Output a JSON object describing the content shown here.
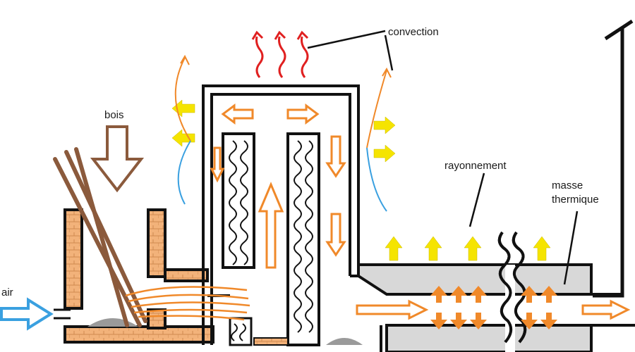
{
  "labels": {
    "convection": "convection",
    "bois": "bois",
    "air": "air",
    "rayonnement": "rayonnement",
    "masse_line1": "masse",
    "masse_line2": "thermique"
  },
  "colors": {
    "outline": "#111111",
    "brick": "#e8a46a",
    "brick_pattern": "#d08a50",
    "flow_orange": "#f0892a",
    "heat_yellow": "#f5e400",
    "heat_red": "#e02020",
    "air_blue": "#3aa0e0",
    "wood": "#8b5a3c",
    "thermal_mass": "#d8d8d8",
    "ash": "#9a9a9a"
  }
}
